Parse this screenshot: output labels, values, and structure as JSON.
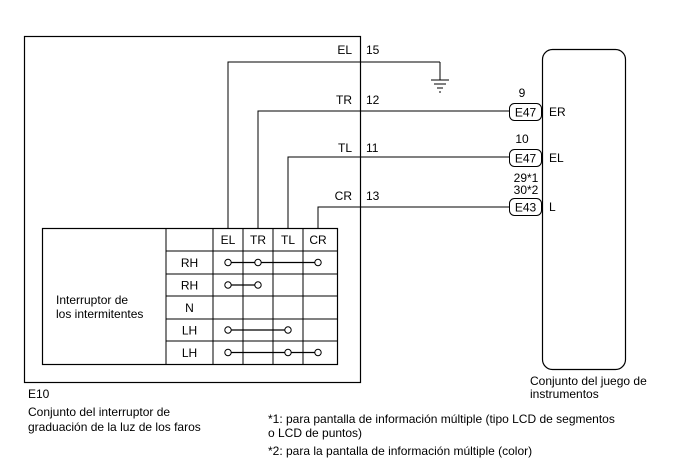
{
  "switch_assembly": {
    "connector_id": "E10",
    "name_line1": "Conjunto del interruptor de",
    "name_line2": "graduación de la luz de los faros",
    "turn_switch_line1": "Interruptor de",
    "turn_switch_line2": "los intermitentes"
  },
  "terminals": [
    {
      "label": "EL",
      "pin": "15"
    },
    {
      "label": "TR",
      "pin": "12"
    },
    {
      "label": "TL",
      "pin": "11"
    },
    {
      "label": "CR",
      "pin": "13"
    }
  ],
  "switch_table": {
    "columns": [
      "EL",
      "TR",
      "TL",
      "CR"
    ],
    "rows": [
      {
        "position": "RH",
        "connections": [
          [
            "EL",
            "TR",
            "CR"
          ]
        ]
      },
      {
        "position": "RH",
        "connections": [
          [
            "EL",
            "TR"
          ]
        ]
      },
      {
        "position": "N",
        "connections": []
      },
      {
        "position": "LH",
        "connections": [
          [
            "EL",
            "TL"
          ]
        ]
      },
      {
        "position": "LH",
        "connections": [
          [
            "EL",
            "TL",
            "CR"
          ]
        ]
      }
    ]
  },
  "instrument_cluster": {
    "name_line1": "Conjunto del juego de",
    "name_line2": "instrumentos",
    "connectors": [
      {
        "pin": "9",
        "connector": "E47",
        "terminal": "ER"
      },
      {
        "pin": "10",
        "connector": "E47",
        "terminal": "EL"
      },
      {
        "pin": "29*1",
        "pin2": "30*2",
        "connector": "E43",
        "terminal": "L"
      }
    ]
  },
  "notes": [
    {
      "line1": "*1: para pantalla de información múltiple (tipo LCD de segmentos",
      "line2": "o LCD de puntos)"
    },
    {
      "line1": "*2: para la pantalla de información múltiple (color)"
    }
  ]
}
